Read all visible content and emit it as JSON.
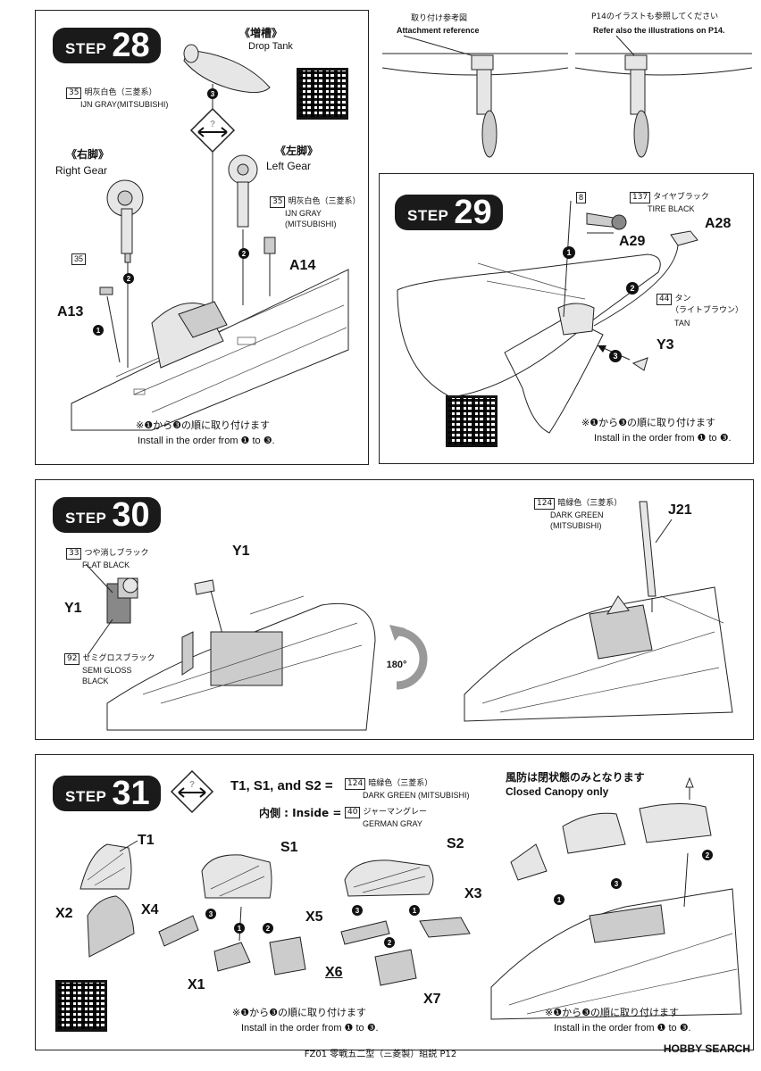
{
  "step28": {
    "step_word": "STEP",
    "number": "28",
    "drop_tank_jp": "《増槽》",
    "drop_tank_en": "Drop Tank",
    "paint1_num": "35",
    "paint1_jp": "明灰白色（三菱系）",
    "paint1_en": "IJN GRAY(MITSUBISHI)",
    "right_gear_jp": "《右脚》",
    "right_gear_en": "Right Gear",
    "left_gear_jp": "《左脚》",
    "left_gear_en": "Left Gear",
    "paint2_num": "35",
    "paint2_jp": "明灰白色（三菱系）",
    "paint2_en1": "IJN GRAY",
    "paint2_en2": "(MITSUBISHI)",
    "paint3_num": "35",
    "part_a13": "A13",
    "part_a14": "A14",
    "order_jp": "※❶から❸の順に取り付けます",
    "order_en": "Install in the order from ❶ to ❸."
  },
  "ref": {
    "attach_jp": "取り付け参考図",
    "attach_en": "Attachment reference",
    "p14_jp": "P14のイラストも参照してください",
    "p14_en": "Refer also the illustrations on P14."
  },
  "step29": {
    "step_word": "STEP",
    "number": "29",
    "paint8_num": "8",
    "tire_num": "137",
    "tire_jp": "タイヤブラック",
    "tire_en": "TIRE BLACK",
    "part_a28": "A28",
    "part_a29": "A29",
    "tan_num": "44",
    "tan_jp1": "タン",
    "tan_jp2": "（ライトブラウン）",
    "tan_en": "TAN",
    "part_y3": "Y3",
    "order_jp": "※❶から❸の順に取り付けます",
    "order_en": "Install in the order from ❶ to ❸."
  },
  "step30": {
    "step_word": "STEP",
    "number": "30",
    "flat_num": "33",
    "flat_jp": "つや消しブラック",
    "flat_en": "FLAT BLACK",
    "part_y1a": "Y1",
    "part_y1b": "Y1",
    "semi_num": "92",
    "semi_jp": "セミグロスブラック",
    "semi_en1": "SEMI GLOSS",
    "semi_en2": "BLACK",
    "rotate": "180°",
    "dg_num": "124",
    "dg_jp": "暗緑色（三菱系）",
    "dg_en1": "DARK GREEN",
    "dg_en2": "(MITSUBISHI)",
    "part_j21": "J21"
  },
  "step31": {
    "step_word": "STEP",
    "number": "31",
    "parts_line": "T1, S1, and S2 =",
    "dg_num": "124",
    "dg_jp": "暗緑色（三菱系）",
    "dg_en": "DARK GREEN (MITSUBISHI)",
    "inside_label": "内側 : Inside =",
    "gg_num": "40",
    "gg_jp": "ジャーマングレー",
    "gg_en": "GERMAN GRAY",
    "closed_jp": "風防は閉状態のみとなります",
    "closed_en": "Closed Canopy only",
    "part_t1": "T1",
    "part_s1": "S1",
    "part_s2": "S2",
    "part_x1": "X1",
    "part_x2": "X2",
    "part_x3": "X3",
    "part_x4": "X4",
    "part_x5": "X5",
    "part_x6": "X6",
    "part_x7": "X7",
    "order_jp": "※❶から❸の順に取り付けます",
    "order_en": "Install in the order from ❶ to ❸.",
    "order2_jp": "※❶から❸の順に取り付けます",
    "order2_en": "Install in the order from ❶ to ❸."
  },
  "footer": {
    "text": "FZ01 零戦五二型（三菱製）組説 P12",
    "logo": "HOBBY SEARCH"
  }
}
